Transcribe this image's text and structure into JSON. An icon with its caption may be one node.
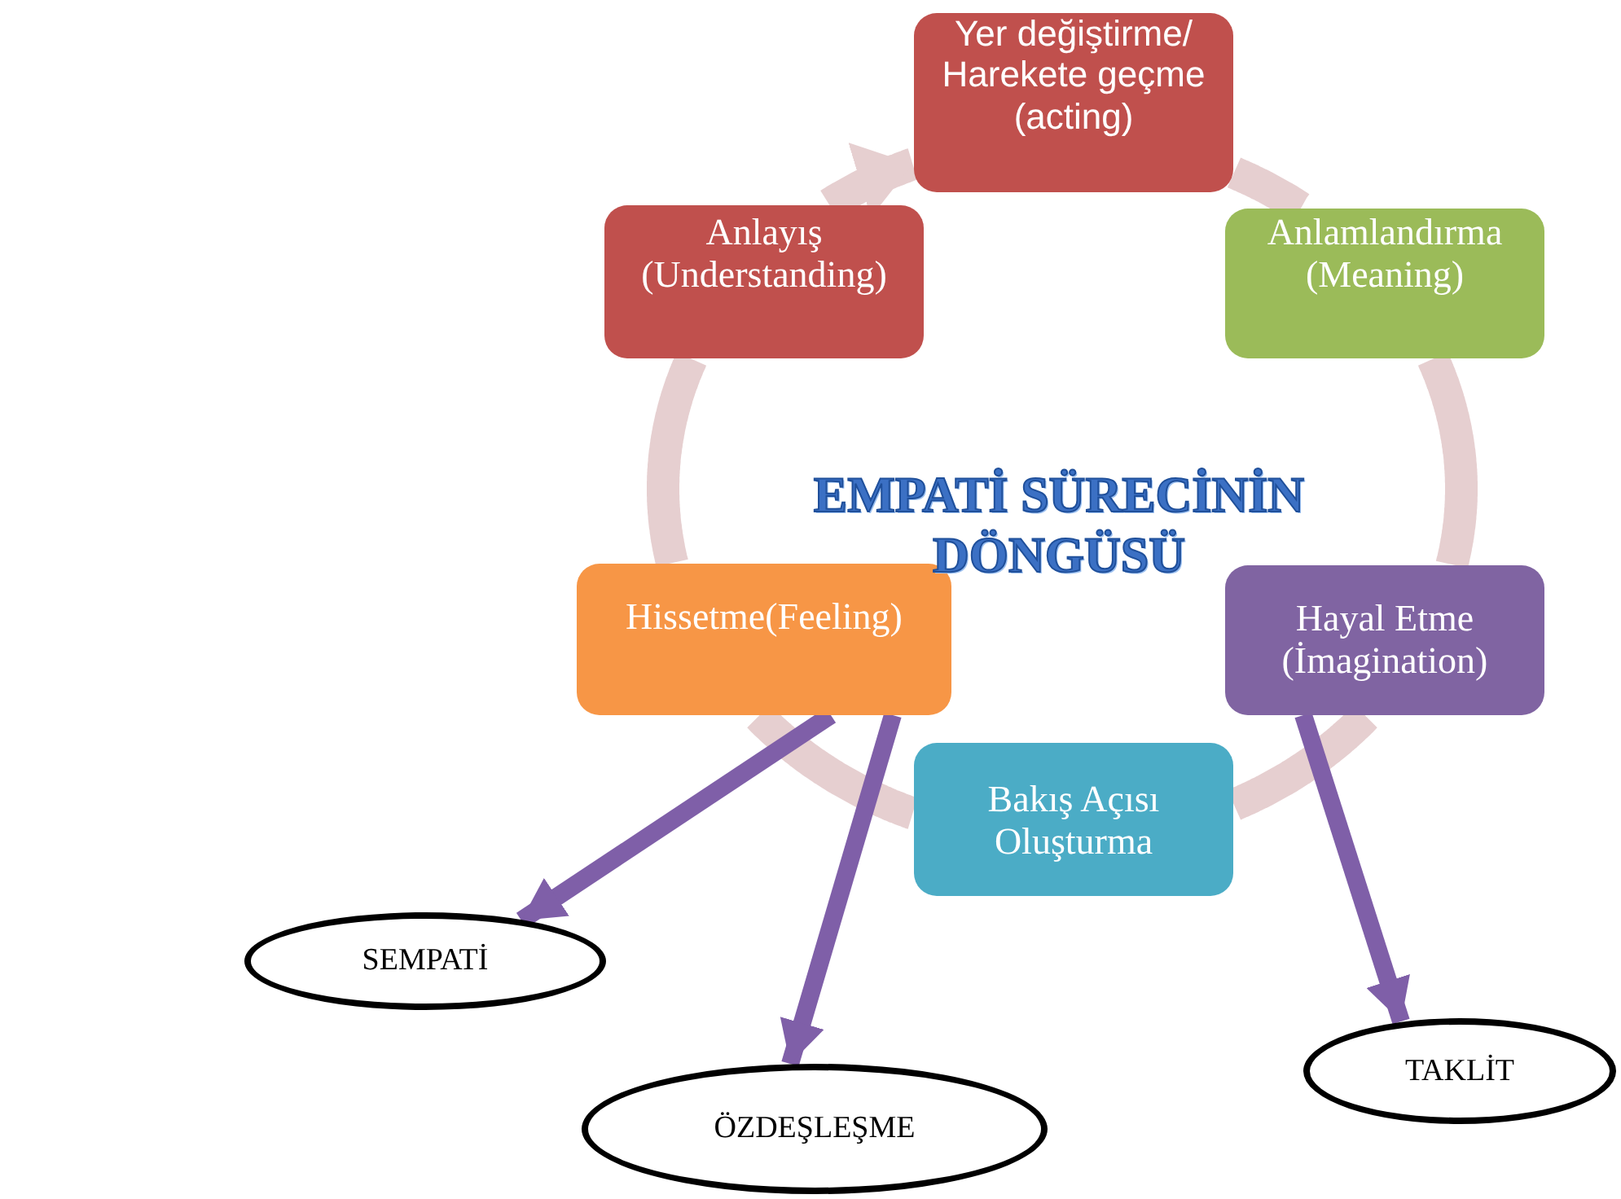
{
  "diagram": {
    "title": "EMPATİ SÜRECİNİN DÖNGÜSÜ",
    "nodes": [
      {
        "text": [
          "Yer değiştirme/ Harekete geçme (acting)"
        ]
      },
      {
        "text": [
          "Anlamlandırma (Meaning)"
        ]
      },
      {
        "text": [
          "Hayal Etme (İmagination)"
        ]
      },
      {
        "text": [
          "Bakış Açısı Oluşturma"
        ]
      },
      {
        "text": [
          "Hissetme(Feeling)"
        ]
      },
      {
        "text": [
          "Anlayış (Understanding)"
        ]
      },
      {
        "text": [
          "SEMPATİ"
        ]
      },
      {
        "text": [
          "ÖZDEŞLEŞME"
        ]
      },
      {
        "text": [
          "TAKLİT"
        ]
      }
    ],
    "edges": [
      {
        "from": 0,
        "to": 1,
        "arrow": "none"
      },
      {
        "from": 1,
        "to": 2,
        "arrow": "none"
      },
      {
        "from": 2,
        "to": 3,
        "arrow": "none"
      },
      {
        "from": 3,
        "to": 4,
        "arrow": "none"
      },
      {
        "from": 4,
        "to": 5,
        "arrow": "none"
      },
      {
        "from": 5,
        "to": 0,
        "arrow": "to"
      },
      {
        "from": 4,
        "to": 6,
        "arrow": "to",
        "color": "#7f5fa8"
      },
      {
        "from": 4,
        "to": 7,
        "arrow": "to",
        "color": "#7f5fa8"
      },
      {
        "from": 2,
        "to": 8,
        "arrow": "to",
        "color": "#7f5fa8"
      }
    ]
  }
}
